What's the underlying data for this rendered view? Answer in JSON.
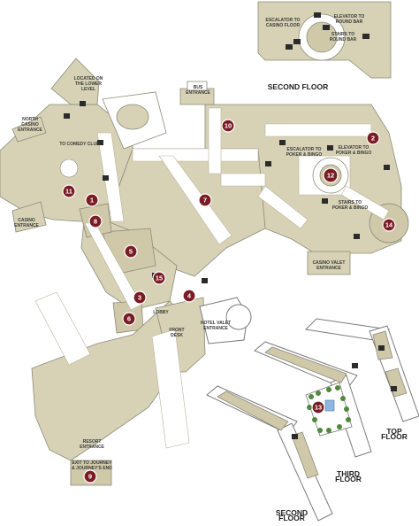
{
  "labels": {
    "second_floor_top": "SECOND FLOOR",
    "escalator_casino": "ESCALATOR TO\nCASINO FLOOR",
    "elevator_round_bar": "ELEVATOR TO\nROUND BAR",
    "stairs_round_bar": "STAIRS TO\nROUND BAR",
    "located_lower": "LOCATED ON\nTHE LOWER\nLEVEL",
    "bus_entrance": "BUS\nENTRANCE",
    "north_casino": "NORTH\nCASINO\nENTRANCE",
    "comedy_club": "TO COMEDY CLUB",
    "escalator_poker": "ESCALATOR TO\nPOKER & BINGO",
    "elevator_poker": "ELEVATOR TO\nPOKER & BINGO",
    "stairs_poker": "STAIRS TO\nPOKER & BINGO",
    "casino_entrance": "CASINO\nENTRANCE",
    "casino_valet": "CASINO VALET\nENTRANCE",
    "lobby": "LOBBY",
    "front_desk": "FRONT\nDESK",
    "hotel_valet": "HOTEL VALET\nENTRANCE",
    "resort_entrance": "RESORT\nENTRANCE",
    "exit_journey": "EXIT TO JOURNEY\n& JOURNEY'S END",
    "top_floor": "TOP\nFLOOR",
    "third_floor": "THIRD\nFLOOR",
    "second_floor_bottom": "SECOND\nFLOOR"
  },
  "markers": [
    {
      "number": "1"
    },
    {
      "number": "2"
    },
    {
      "number": "3"
    },
    {
      "number": "4"
    },
    {
      "number": "5"
    },
    {
      "number": "6"
    },
    {
      "number": "7"
    },
    {
      "number": "8"
    },
    {
      "number": "9"
    },
    {
      "number": "10"
    },
    {
      "number": "11"
    },
    {
      "number": "12"
    },
    {
      "number": "13"
    },
    {
      "number": "14"
    },
    {
      "number": "15"
    }
  ],
  "colors": {
    "building": "#d7d2b5",
    "marker": "#7a1c24",
    "wall": "#7a7a7a",
    "walkway": "#ffffff"
  }
}
